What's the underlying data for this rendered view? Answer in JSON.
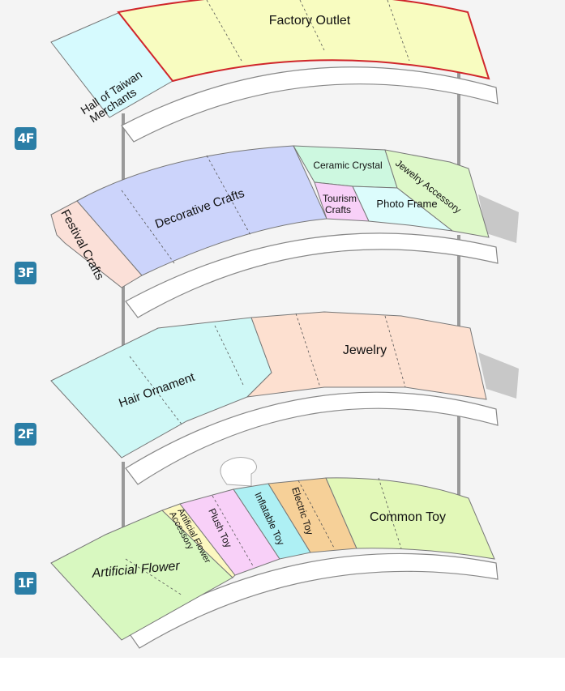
{
  "floors": [
    {
      "label": "4F",
      "zones": [
        "Hall of Taiwan",
        "Merchants",
        "Factory Outlet"
      ]
    },
    {
      "label": "3F",
      "zones": [
        "Festival Crafts",
        "Decorative Crafts",
        "Ceramic Crystal",
        "Jewelry Accessory",
        "Tourism",
        "Crafts",
        "Photo Frame"
      ]
    },
    {
      "label": "2F",
      "zones": [
        "Hair Ornament",
        "Jewelry"
      ]
    },
    {
      "label": "1F",
      "zones": [
        "Artificial Flower",
        "Artificial Flower",
        "Accessory",
        "Plush Toy",
        "Inflatable Toy",
        "Electric Toy",
        "Common Toy"
      ]
    }
  ],
  "colors": {
    "badge": "#2b7ea6",
    "highlight_border": "#d0262b"
  }
}
